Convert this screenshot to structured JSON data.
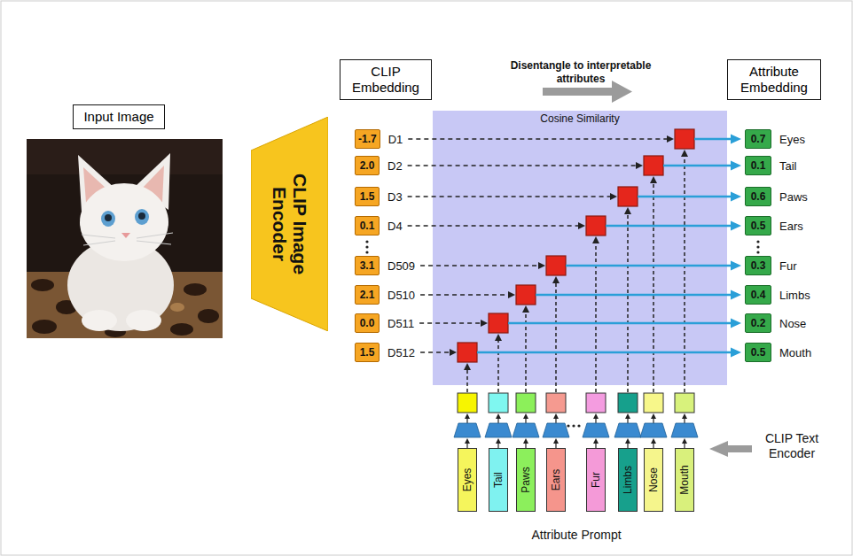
{
  "diagram": {
    "nodes": [
      {
        "text": [
          "Input Image"
        ]
      },
      {
        "text": [
          "CLIP Image Encoder"
        ]
      },
      {
        "text": [
          "CLIP Embedding"
        ]
      },
      {
        "text": [
          "Cosine Similarity"
        ]
      },
      {
        "text": [
          "Attribute Embedding"
        ]
      },
      {
        "text": [
          "-1.7",
          "D1"
        ]
      },
      {
        "text": [
          "2.0",
          "D2"
        ]
      },
      {
        "text": [
          "1.5",
          "D3"
        ]
      },
      {
        "text": [
          "0.1",
          "D4"
        ]
      },
      {
        "text": [
          "3.1",
          "D509"
        ]
      },
      {
        "text": [
          "2.1",
          "D510"
        ]
      },
      {
        "text": [
          "0.0",
          "D511"
        ]
      },
      {
        "text": [
          "1.5",
          "D512"
        ]
      },
      {
        "text": [
          "0.7",
          "Eyes"
        ]
      },
      {
        "text": [
          "0.1",
          "Tail"
        ]
      },
      {
        "text": [
          "0.6",
          "Paws"
        ]
      },
      {
        "text": [
          "0.5",
          "Ears"
        ]
      },
      {
        "text": [
          "0.3",
          "Fur"
        ]
      },
      {
        "text": [
          "0.4",
          "Limbs"
        ]
      },
      {
        "text": [
          "0.2",
          "Nose"
        ]
      },
      {
        "text": [
          "0.5",
          "Mouth"
        ]
      },
      {
        "text": [
          "Eyes"
        ]
      },
      {
        "text": [
          "Tail"
        ]
      },
      {
        "text": [
          "Paws"
        ]
      },
      {
        "text": [
          "Ears"
        ]
      },
      {
        "text": [
          "Fur"
        ]
      },
      {
        "text": [
          "Limbs"
        ]
      },
      {
        "text": [
          "Nose"
        ]
      },
      {
        "text": [
          "Mouth"
        ]
      }
    ],
    "edges": [
      {
        "from": 5,
        "to": 13,
        "arrow": "to"
      },
      {
        "from": 6,
        "to": 14,
        "arrow": "to"
      },
      {
        "from": 7,
        "to": 15,
        "arrow": "to"
      },
      {
        "from": 8,
        "to": 16,
        "arrow": "to"
      },
      {
        "from": 9,
        "to": 17,
        "arrow": "to"
      },
      {
        "from": 10,
        "to": 18,
        "arrow": "to"
      },
      {
        "from": 11,
        "to": 19,
        "arrow": "to"
      },
      {
        "from": 12,
        "to": 20,
        "arrow": "to"
      }
    ],
    "labels": [
      "Disentangle to interpretable attributes",
      "CLIP Text Encoder",
      "Attribute Prompt"
    ]
  }
}
